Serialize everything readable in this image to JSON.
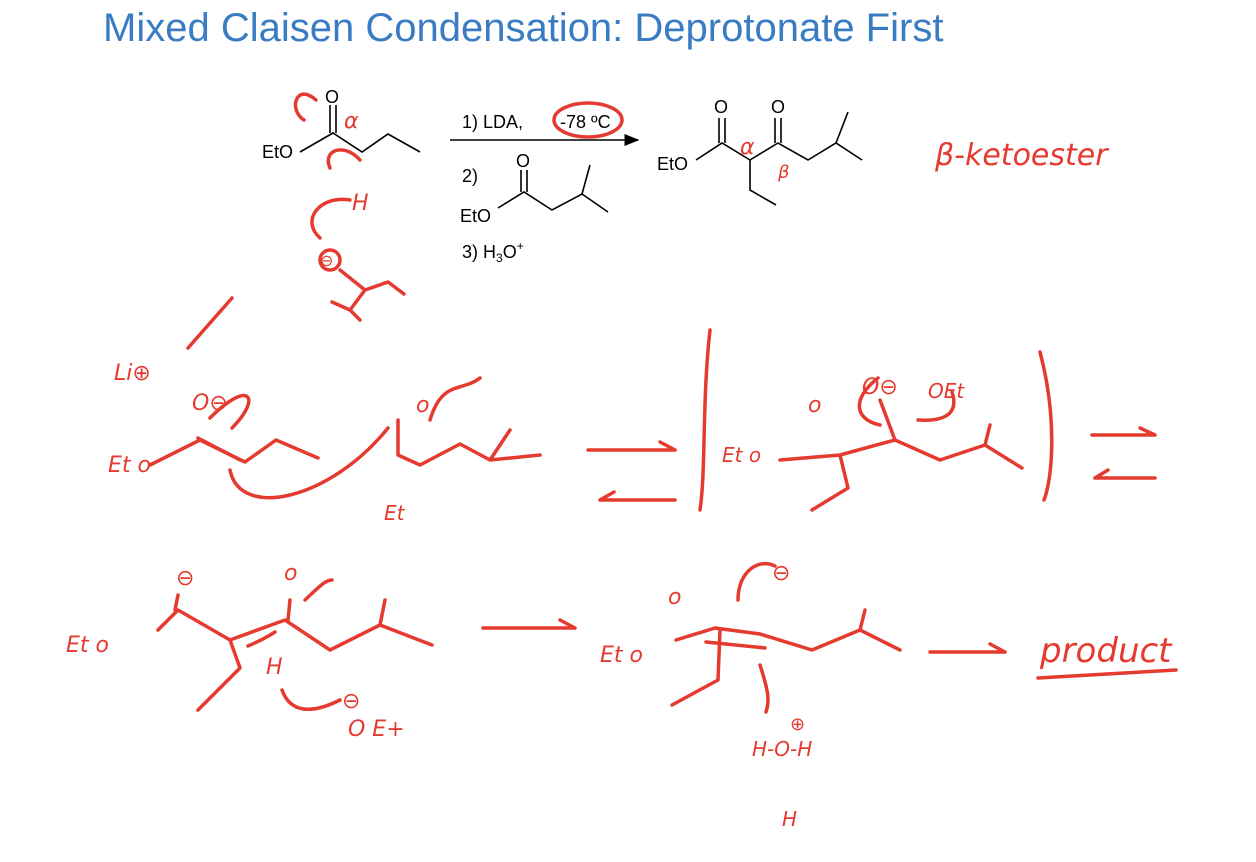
{
  "title": "Mixed Claisen Condensation: Deprotonate First",
  "colors": {
    "title": "#3a7cc4",
    "ink": "#e53a2f",
    "black": "#000000"
  },
  "reagents": {
    "step1_prefix": "1) LDA,",
    "step1_temp": "-78 ºC",
    "step2": "2)",
    "step3_a": "3) H",
    "step3_sub": "3",
    "step3_b": "O",
    "step3_sup": "+"
  },
  "printed_labels": {
    "eto": "EtO",
    "o": "O"
  },
  "handwritten": {
    "alpha": "α",
    "beta": "β",
    "h": "H",
    "li_plus": "Li⊕",
    "o_minus": "O⊖",
    "o": "o",
    "et": "Et",
    "eto": "Et o",
    "oet": "OEt",
    "oet_spaced": "O E+",
    "beta_ketoester": "β-ketoester",
    "product": "product",
    "h_o_h": "H-O-H",
    "plus": "⊕",
    "minus": "⊖"
  }
}
